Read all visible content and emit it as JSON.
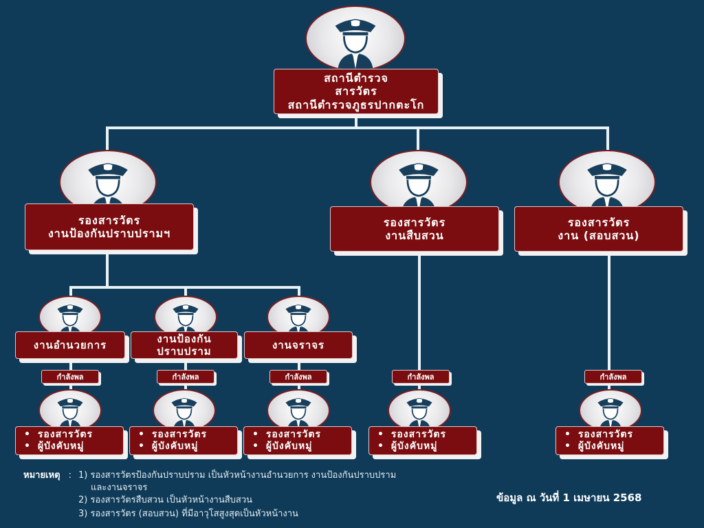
{
  "colors": {
    "background": "#0f3b58",
    "box": "#7b0c0f",
    "line": "#e8f1f6",
    "text": "#ffffff"
  },
  "root": {
    "lines": [
      "สถานีตำรวจ",
      "สารวัตร",
      "สถานีตำรวจภูธรปากตะโก"
    ],
    "icon": "police-officer-icon"
  },
  "deputies": [
    {
      "lines": [
        "รองสารวัตร",
        "งานป้องกันปราบปรามฯ"
      ]
    },
    {
      "lines": [
        "รองสารวัตร",
        "งานสืบสวน"
      ]
    },
    {
      "lines": [
        "รองสารวัตร",
        "งาน (สอบสวน)"
      ]
    }
  ],
  "units": [
    {
      "lines": [
        "งานอำนวยการ"
      ]
    },
    {
      "lines": [
        "งานป้องกัน",
        "ปราบปราม"
      ]
    },
    {
      "lines": [
        "งานจราจร"
      ]
    }
  ],
  "manpower_label": "กำลังพล",
  "staff_items": [
    "รองสารวัตร",
    "ผู้บังคับหมู่"
  ],
  "notes": {
    "label": "หมายเหตุ",
    "separator": ":",
    "items": [
      "1) รองสารวัตรป้องกันปราบปราม เป็นหัวหน้างานอำนวยการ งานป้องกันปราบปราม",
      "และงานจราจร",
      "2) รองสารวัตรสืบสวน เป็นหัวหน้างานสืบสวน",
      "3) รองสารวัตร (สอบสวน) ที่มีอาวุโสสูงสุดเป็นหัวหน้างาน"
    ]
  },
  "date_text": "ข้อมูล ณ วันที่ 1 เมษายน 2568"
}
